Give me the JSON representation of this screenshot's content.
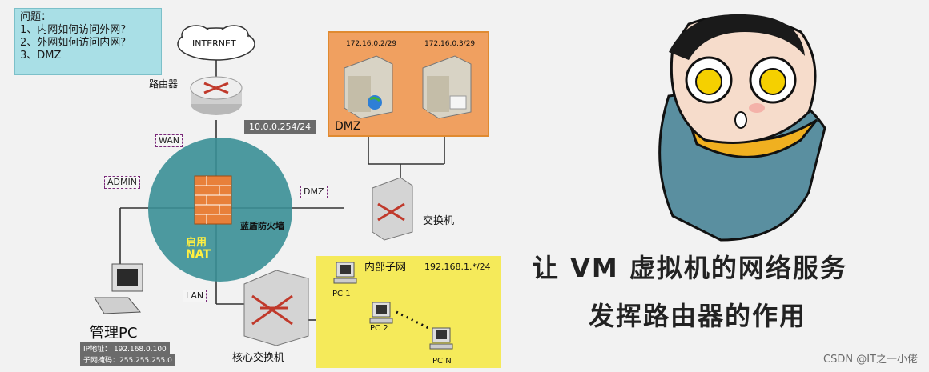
{
  "questions": {
    "title": "问题：",
    "items": [
      "1、内网如何访问外网?",
      "2、外网如何访问内网?",
      "3、DMZ"
    ]
  },
  "internet_label": "INTERNET",
  "router_label": "路由器",
  "router_ip": "10.0.0.254/24",
  "zone_tags": {
    "wan": "WAN",
    "admin": "ADMIN",
    "dmz": "DMZ",
    "lan": "LAN"
  },
  "firewall_label": "蓝盾防火墙",
  "nat_label_1": "启用",
  "nat_label_2": "NAT",
  "dmz_zone": {
    "label": "DMZ",
    "server1_ip": "172.16.0.2/29",
    "server2_ip": "172.16.0.3/29"
  },
  "switch_label": "交换机",
  "core_switch_label": "核心交换机",
  "lan_zone": {
    "label": "内部子网",
    "subnet": "192.168.1.*/24",
    "pcs": [
      "PC 1",
      "PC 2",
      "PC N"
    ]
  },
  "admin_pc": {
    "label": "管理PC",
    "ip_line": "IP地址：  192.168.0.100",
    "mask_line": "子网掩码：255.255.255.0"
  },
  "caption": {
    "line1": "让 VM 虚拟机的网络服务",
    "line2": "发挥路由器的作用"
  },
  "watermark": "CSDN @IT之一小佬",
  "colors": {
    "background": "#f2f2f2",
    "question_box": "#a9dfe6",
    "firewall_zone": "#3a8f96",
    "dmz_zone": "#f0a060",
    "lan_zone": "#f5ea5a",
    "nat_text": "#ffef40"
  }
}
